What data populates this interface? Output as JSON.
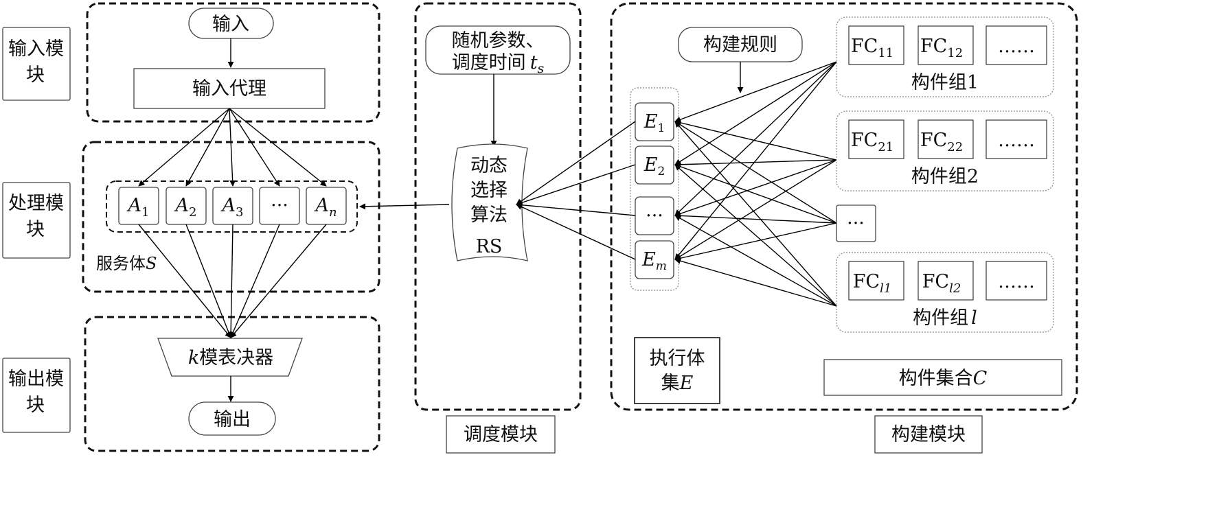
{
  "modules": {
    "input_module": "输入模块",
    "processing_module": "处理模块",
    "output_module": "输出模块",
    "scheduling_module": "调度模块",
    "construction_module": "构建模块"
  },
  "input": {
    "input_node": "输入",
    "input_proxy": "输入代理"
  },
  "service": {
    "items": [
      {
        "base": "A",
        "sub": "1"
      },
      {
        "base": "A",
        "sub": "2"
      },
      {
        "base": "A",
        "sub": "3"
      },
      {
        "base": "···",
        "sub": ""
      },
      {
        "base": "A",
        "sub": "n"
      }
    ],
    "label": "服务体",
    "label_var": "S"
  },
  "output": {
    "voter_var": "k",
    "voter_text": "模表决器",
    "output_node": "输出"
  },
  "scheduling": {
    "params_line1": "随机参数、",
    "params_line2": "调度时间",
    "params_var": "t",
    "params_sub": "s",
    "algo_lines": [
      "动态",
      "选择",
      "算法",
      "RS"
    ]
  },
  "construction": {
    "rules": "构建规则",
    "executors": [
      {
        "base": "E",
        "sub": "1"
      },
      {
        "base": "E",
        "sub": "2"
      },
      {
        "base": "···",
        "sub": ""
      },
      {
        "base": "E",
        "sub": "m"
      }
    ],
    "executor_set_line1": "执行体",
    "executor_set_line2": "集",
    "executor_set_var": "E",
    "groups": [
      {
        "items": [
          {
            "base": "FC",
            "sub": "11"
          },
          {
            "base": "FC",
            "sub": "12"
          },
          {
            "base": "……",
            "sub": ""
          }
        ],
        "label": "构件组1"
      },
      {
        "items": [
          {
            "base": "FC",
            "sub": "21"
          },
          {
            "base": "FC",
            "sub": "22"
          },
          {
            "base": "……",
            "sub": ""
          }
        ],
        "label": "构件组2"
      },
      {
        "items": [
          {
            "base": "FC",
            "sub": "l1"
          },
          {
            "base": "FC",
            "sub": "l2"
          },
          {
            "base": "……",
            "sub": ""
          }
        ],
        "label": "构件组",
        "label_var": "l"
      }
    ],
    "group_ellipsis": "···",
    "component_set": "构件集合",
    "component_set_var": "C"
  }
}
